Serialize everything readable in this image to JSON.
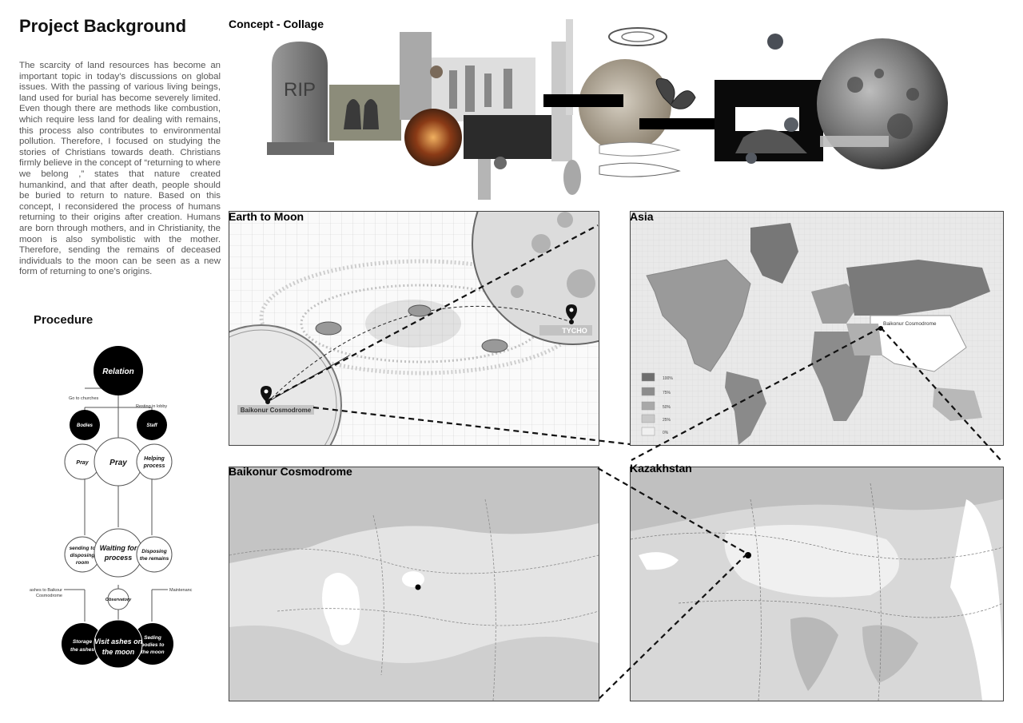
{
  "header": {
    "title": "Project Background"
  },
  "background_text": "The scarcity of land resources has become an important topic in today’s discussions on global issues. With the passing of various living beings, land used for burial has become severely limited. Even though there are methods like combustion, which require less land for dealing with remains, this process also contributes to environmental pollution. Therefore, I focused on studying the stories of Christians towards death. Christians firmly believe in the concept of “returning to where we belong ,” states that nature created humankind, and that after death, people should be buried to return to nature. Based on this concept, I reconsidered the process of humans returning to their origins after creation. Humans are born through mothers, and in Christianity, the moon is also symbolistic with the mother. Therefore, sending the remains of deceased individuals to the moon can be seen as a new form of returning to one’s origins.",
  "procedure": {
    "title": "Procedure",
    "nodes": {
      "relation": "Relation",
      "bodies": "Bodies",
      "staff": "Staff",
      "pray_small": "Pray",
      "pray": "Pray",
      "helping_1": "Helping",
      "helping_2": "process",
      "sending_1": "sending to",
      "sending_2": "disposing",
      "sending_3": "room",
      "waiting_1": "Waiting for",
      "waiting_2": "process",
      "disposing_1": "Disposing",
      "disposing_2": "the remains",
      "observatory": "Observatory",
      "storage_1": "Storage",
      "storage_2": "the ashes",
      "visit_1": "Visit ashes on",
      "visit_2": "the moon",
      "seding_1": "Seding",
      "seding_2": "bodies to",
      "seding_3": "the moon"
    },
    "annotations": {
      "go_churches": "Go to churches",
      "resting_lobby": "Resting in lobby",
      "ashes_1": "ashes to Baikour",
      "ashes_2": "Cosmodrome",
      "maintenance": "Maintenanc"
    }
  },
  "collage": {
    "label": "Concept - Collage",
    "rip": "RIP"
  },
  "panels": {
    "earth_moon": {
      "label": "Earth to Moon",
      "tycho": "TYCHO",
      "baikonur": "Baikonur Cosmodrome"
    },
    "asia": {
      "label": "Asia",
      "marker": "Baikonur Cosmodrome",
      "legend": [
        "100%",
        "75%",
        "50%",
        "25%",
        "0%"
      ],
      "legend_colors": [
        "#6e6e6e",
        "#8c8c8c",
        "#a8a8a8",
        "#c8c8c8",
        "#f0f0f0"
      ]
    },
    "baikonur": {
      "label": "Baikonur Cosmodrome"
    },
    "kazakhstan": {
      "label": "Kazakhstan"
    }
  }
}
